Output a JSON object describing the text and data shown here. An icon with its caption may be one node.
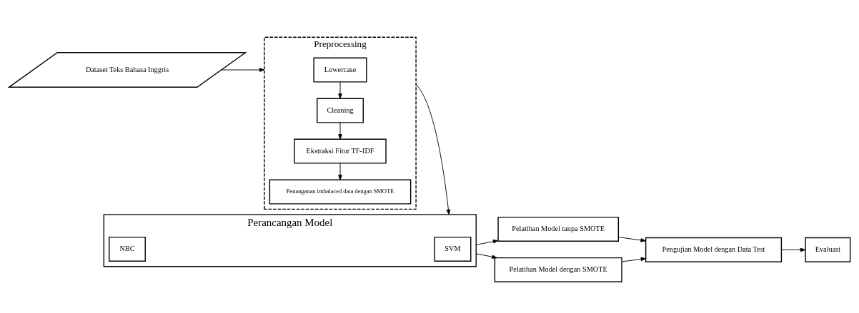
{
  "diagram": {
    "nodes": [
      {
        "text": [
          "Dataset Teks Bahasa Inggris"
        ]
      },
      {
        "text": [
          "Preprocessing"
        ]
      },
      {
        "text": [
          "Lowercase"
        ],
        "in": 1
      },
      {
        "text": [
          "Cleaning"
        ],
        "in": 1
      },
      {
        "text": [
          "Ekstraksi Fitur TF-IDF"
        ],
        "in": 1
      },
      {
        "text": [
          "Penanganan imbalaced data dengan SMOTE"
        ],
        "in": 1
      },
      {
        "text": [
          "Perancangan Model"
        ]
      },
      {
        "text": [
          "SVM"
        ],
        "in": 6
      },
      {
        "text": [
          "NBC"
        ],
        "in": 6
      },
      {
        "text": [
          "Pelatihan Model tanpa SMOTE"
        ]
      },
      {
        "text": [
          "Pelatihan Model dengan SMOTE"
        ]
      },
      {
        "text": [
          "Pengujian Model dengan Data Test"
        ]
      },
      {
        "text": [
          "Evaluasi"
        ]
      }
    ],
    "edges": [
      {
        "from": 0,
        "to": 1,
        "arrow": "to"
      },
      {
        "from": 2,
        "to": 3,
        "arrow": "to"
      },
      {
        "from": 3,
        "to": 4,
        "arrow": "to"
      },
      {
        "from": 4,
        "to": 5,
        "arrow": "to"
      },
      {
        "from": 1,
        "to": 6,
        "arrow": "to"
      },
      {
        "from": 6,
        "to": 9,
        "arrow": "to"
      },
      {
        "from": 6,
        "to": 10,
        "arrow": "to"
      },
      {
        "from": 9,
        "to": 11,
        "arrow": "to"
      },
      {
        "from": 10,
        "to": 11,
        "arrow": "to"
      },
      {
        "from": 11,
        "to": 12,
        "arrow": "to"
      }
    ]
  }
}
